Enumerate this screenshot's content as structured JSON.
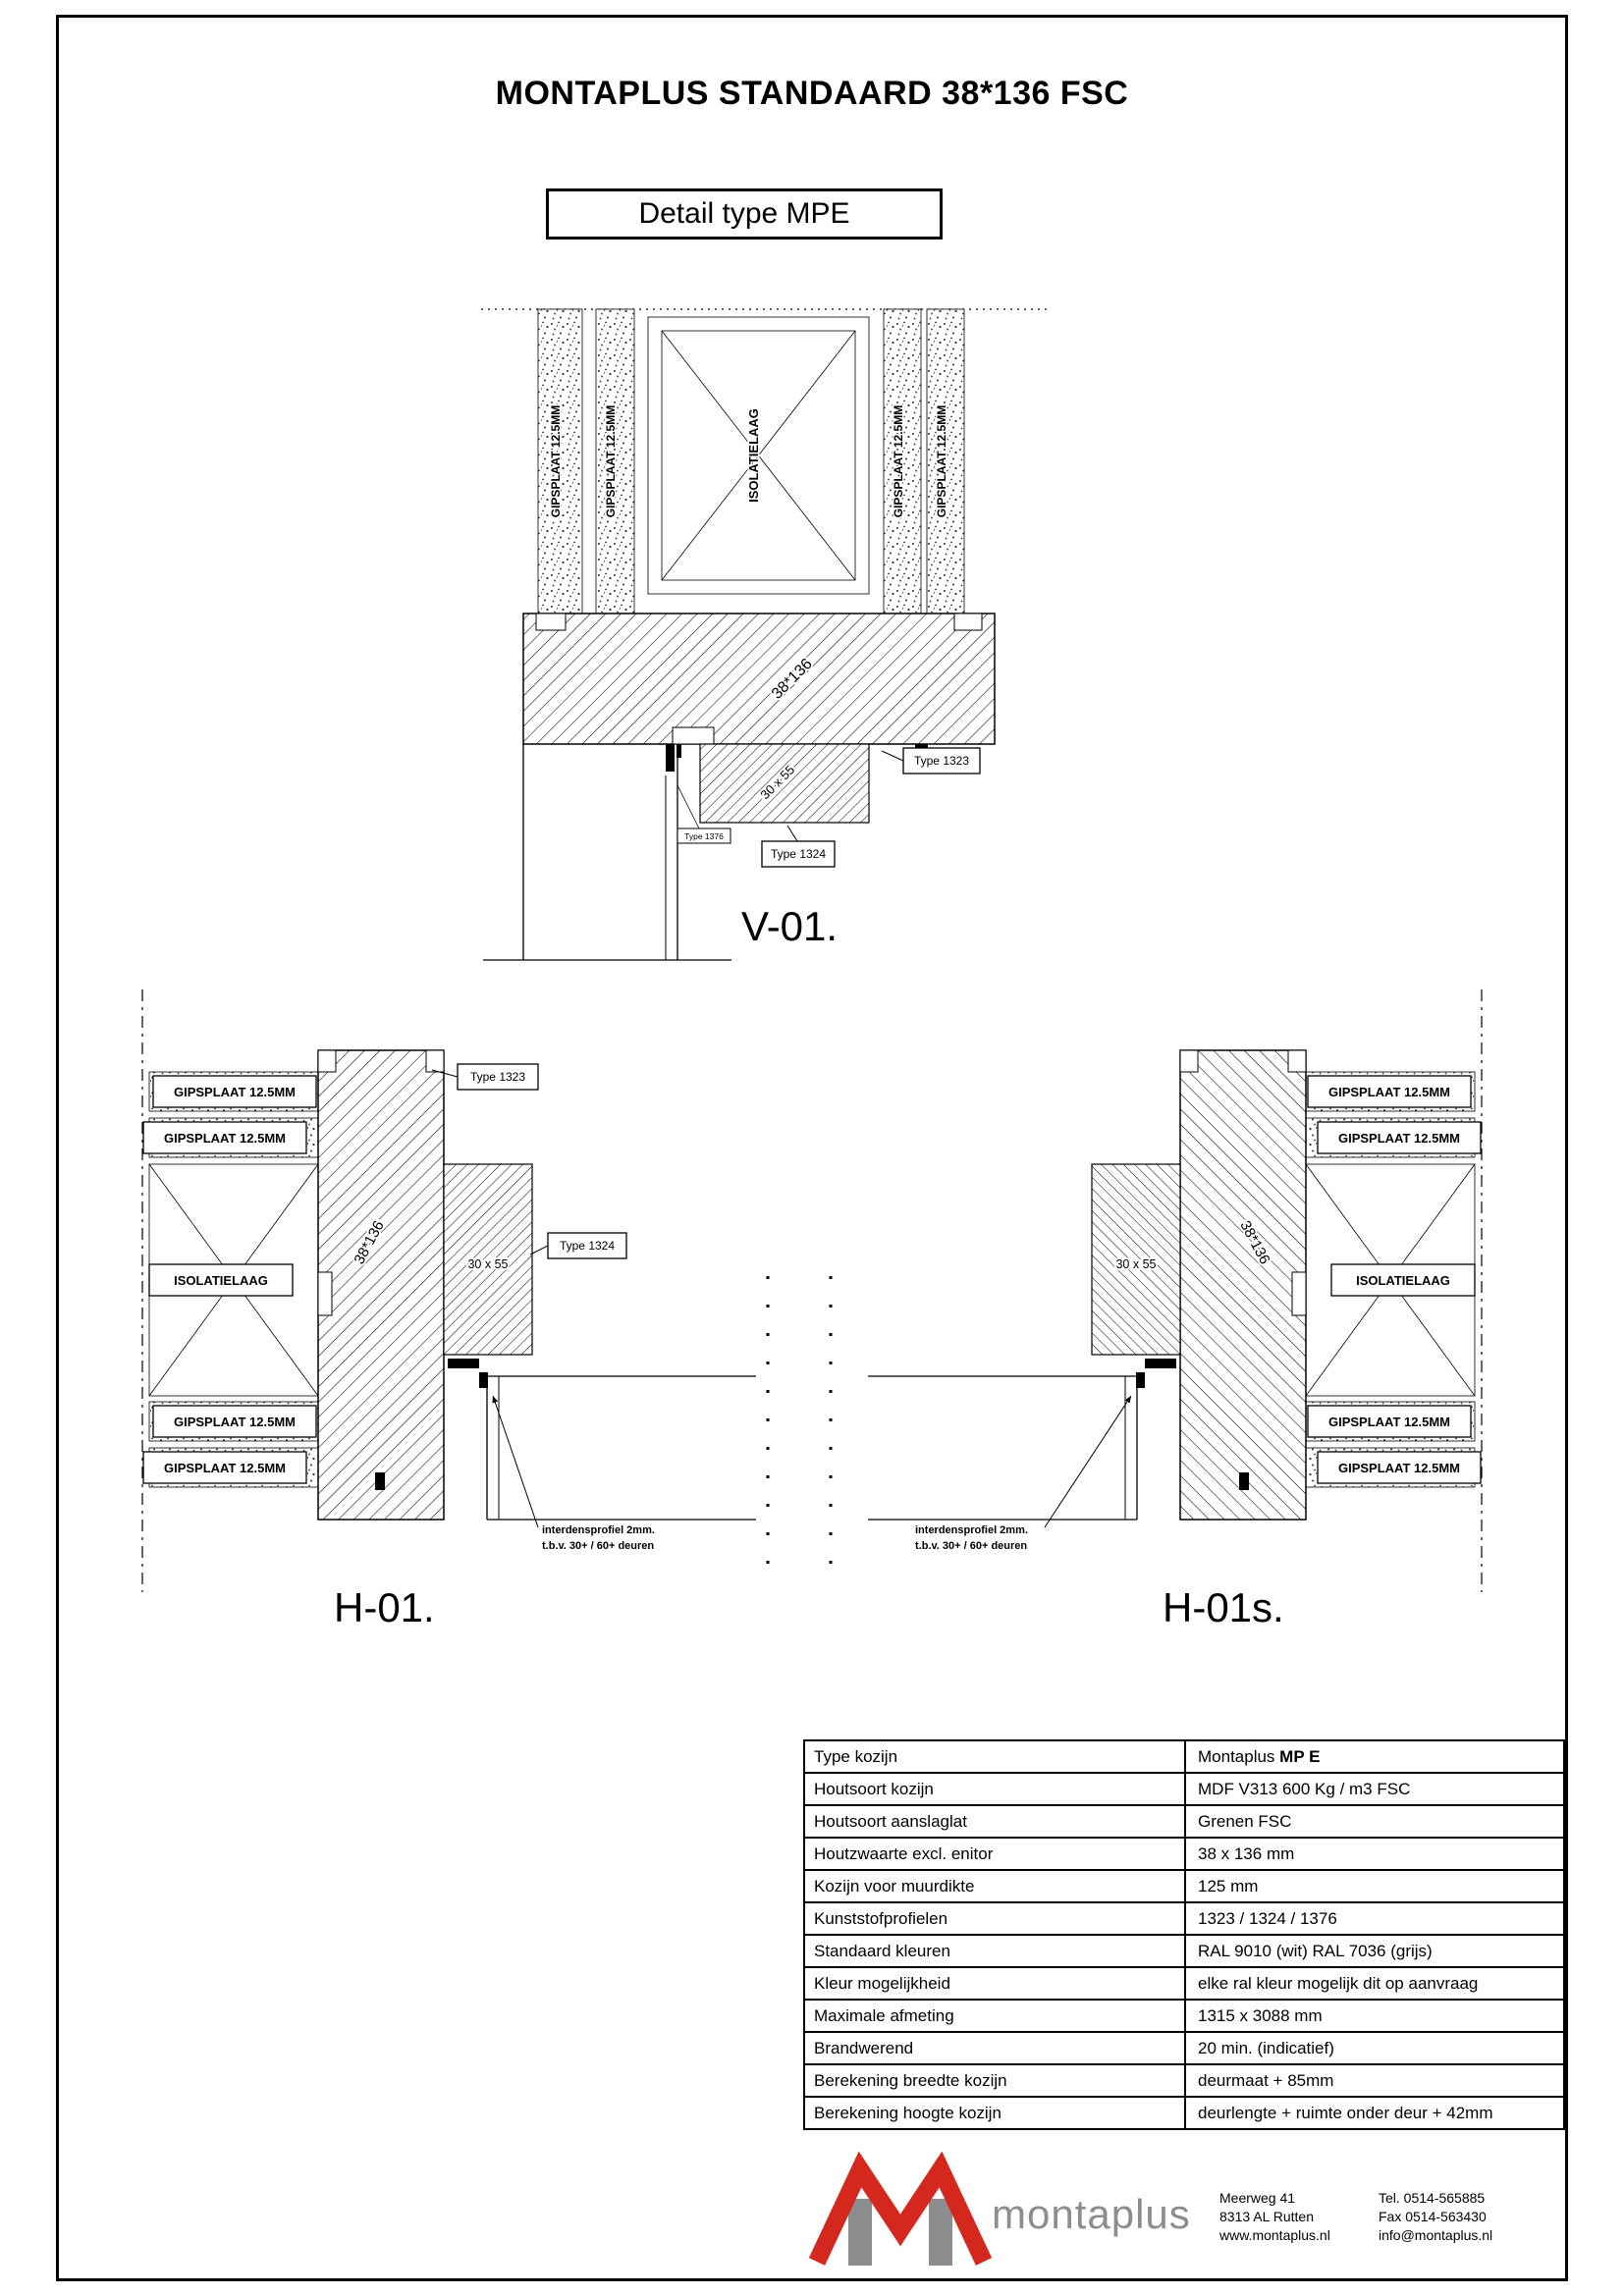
{
  "page": {
    "title": "MONTAPLUS STANDAARD 38*136 FSC",
    "subtitle": "Detail type MPE"
  },
  "drawing_labels": {
    "gipsplaat": "GIPSPLAAT 12.5MM",
    "isolatielaag": "ISOLATIELAAG",
    "frame_size": "38*136",
    "aanslag_size": "30 x 55",
    "type_1323": "Type 1323",
    "type_1324": "Type 1324",
    "type_1376": "Type 1376",
    "interdens_note_line1": "interdensprofiel 2mm.",
    "interdens_note_line2": "t.b.v. 30+ / 60+ deuren",
    "section_v01": "V-01.",
    "section_h01": "H-01.",
    "section_h01s": "H-01s."
  },
  "spec_table": {
    "rows": [
      {
        "label": "Type kozijn",
        "value": "Montaplus ",
        "value_bold": "MP E"
      },
      {
        "label": "Houtsoort kozijn",
        "value": "MDF V313 600 Kg / m3 FSC"
      },
      {
        "label": "Houtsoort aanslaglat",
        "value": "Grenen FSC"
      },
      {
        "label": "Houtzwaarte excl. enitor",
        "value": "38 x 136 mm"
      },
      {
        "label": "Kozijn voor muurdikte",
        "value": "125 mm"
      },
      {
        "label": "Kunststofprofielen",
        "value": "1323 / 1324 / 1376"
      },
      {
        "label": "Standaard kleuren",
        "value": "RAL 9010 (wit) RAL 7036 (grijs)"
      },
      {
        "label": "Kleur mogelijkheid",
        "value": "elke ral kleur mogelijk dit op aanvraag"
      },
      {
        "label": "Maximale afmeting",
        "value": "1315 x 3088 mm"
      },
      {
        "label": "Brandwerend",
        "value": "20 min. (indicatief)"
      },
      {
        "label": "Berekening breedte kozijn",
        "value": "deurmaat + 85mm"
      },
      {
        "label": "Berekening hoogte kozijn",
        "value": "deurlengte + ruimte onder deur + 42mm"
      }
    ]
  },
  "footer": {
    "brand": "montaplus",
    "address": [
      "Meerweg 41",
      "8313 AL Rutten",
      "www.montaplus.nl"
    ],
    "contact": [
      "Tel. 0514-565885",
      "Fax 0514-563430",
      "info@montaplus.nl"
    ]
  },
  "colors": {
    "logo_red": "#d4281e",
    "logo_gray": "#8d8d8d",
    "line_black": "#000000"
  }
}
